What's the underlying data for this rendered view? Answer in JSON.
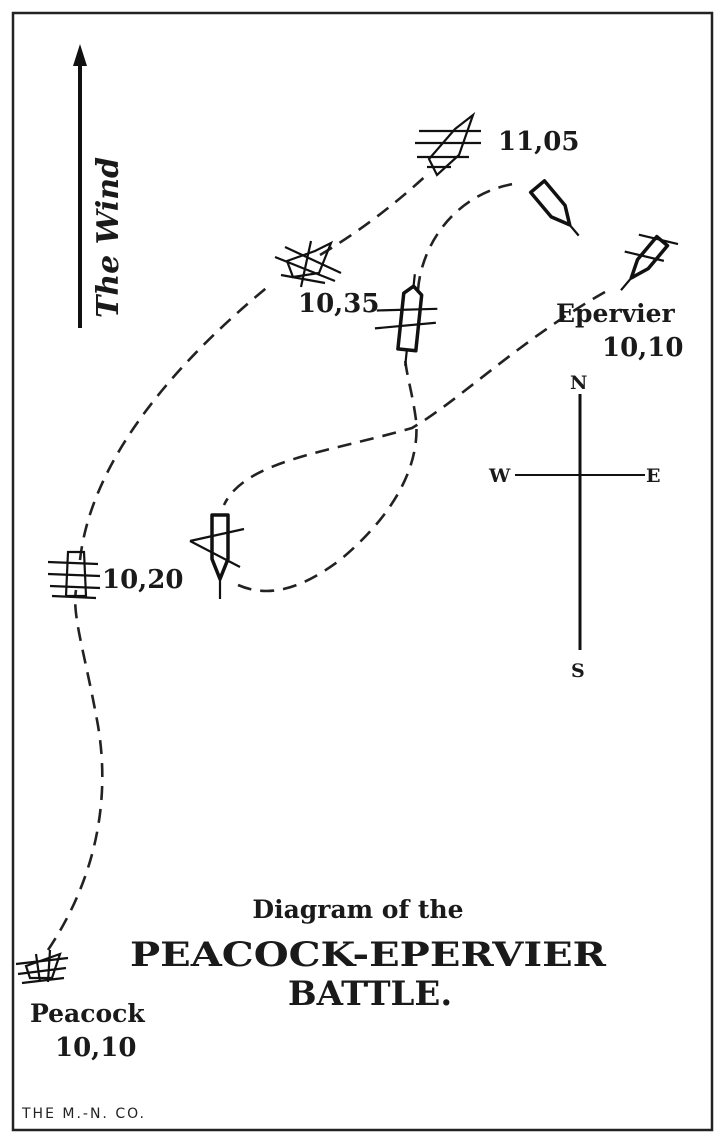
{
  "title": {
    "line1": "Diagram of the",
    "line2": "PEACOCK-EPERVIER",
    "line3": "BATTLE."
  },
  "wind_label": "The Wind",
  "compass": {
    "north": "N",
    "south": "S",
    "west": "W",
    "east": "E"
  },
  "labels": {
    "peacock_name": "Peacock",
    "peacock_time": "10,10",
    "epervier_name": "Epervier",
    "epervier_time": "10,10",
    "time_1020": "10,20",
    "time_1035": "10,35",
    "time_1105": "11,05"
  },
  "publisher": "THE M.-N. CO."
}
